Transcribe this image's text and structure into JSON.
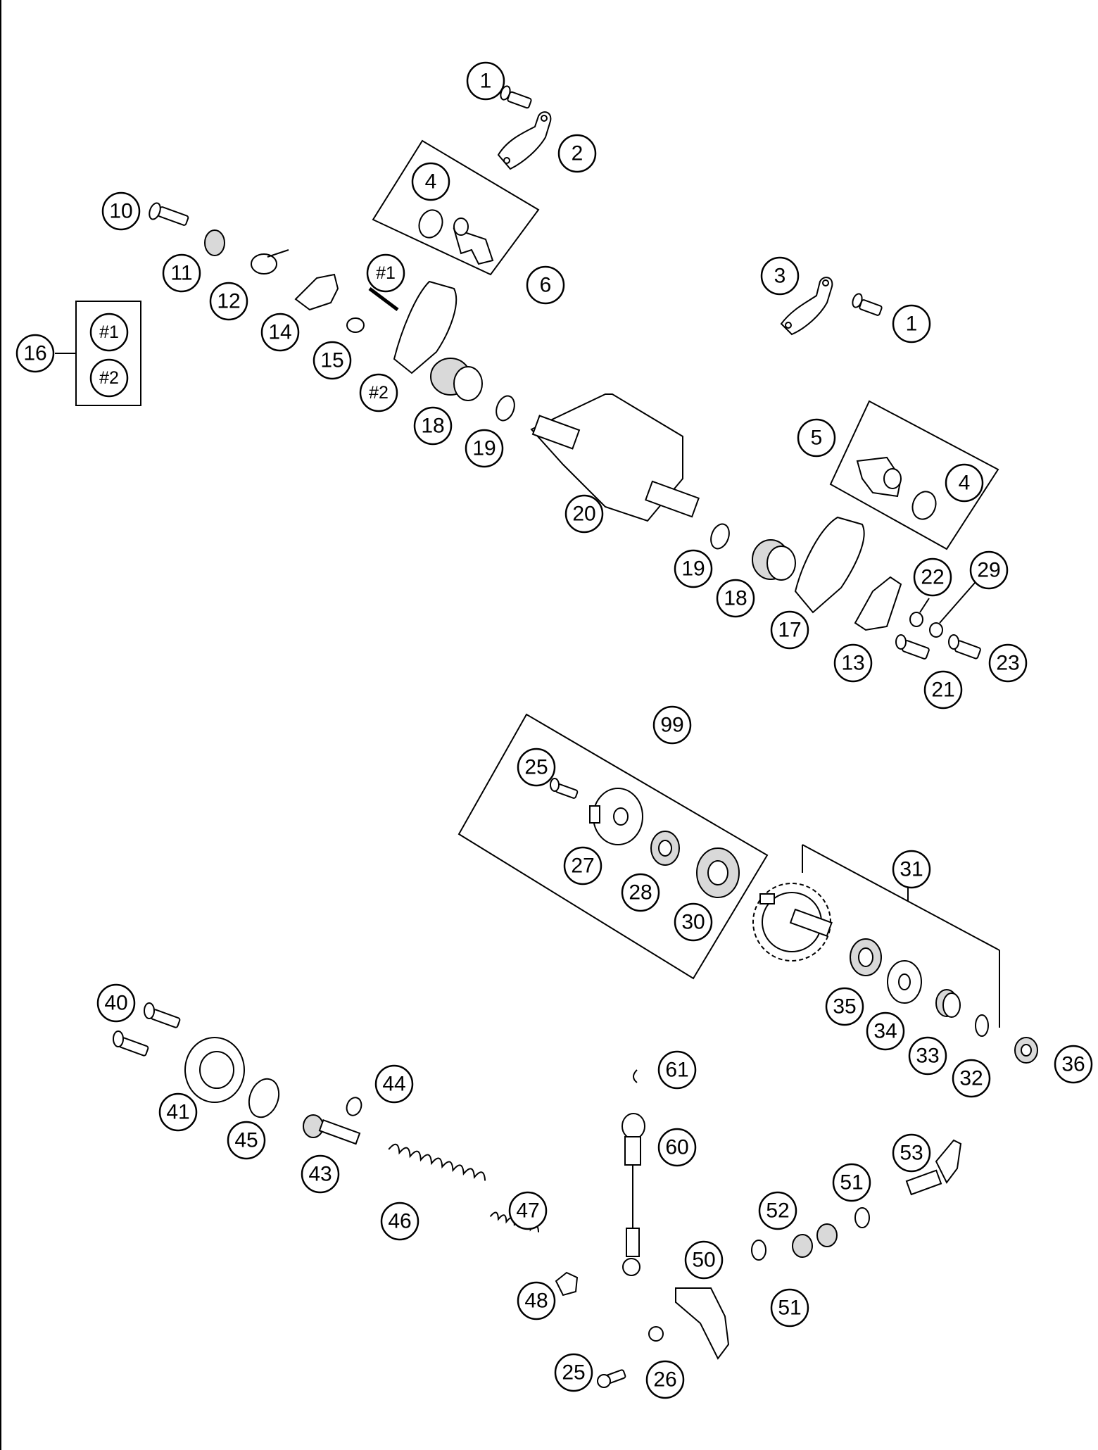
{
  "callouts": {
    "c1a": "1",
    "c1b": "1",
    "c2": "2",
    "c3": "3",
    "c4a": "4",
    "c4b": "4",
    "c5": "5",
    "c6": "6",
    "c10": "10",
    "c11": "11",
    "c12": "12",
    "c13": "13",
    "c14": "14",
    "c15": "15",
    "c16": "16",
    "c16_h1": "#1",
    "c16_h2": "#2",
    "c_h1": "#1",
    "c_h2": "#2",
    "c17": "17",
    "c18a": "18",
    "c18b": "18",
    "c19a": "19",
    "c19b": "19",
    "c20": "20",
    "c21": "21",
    "c22": "22",
    "c23": "23",
    "c25a": "25",
    "c25b": "25",
    "c26": "26",
    "c27": "27",
    "c28": "28",
    "c29": "29",
    "c30": "30",
    "c31": "31",
    "c32": "32",
    "c33": "33",
    "c34": "34",
    "c35": "35",
    "c36": "36",
    "c40": "40",
    "c41": "41",
    "c43": "43",
    "c44": "44",
    "c45": "45",
    "c46": "46",
    "c47": "47",
    "c48": "48",
    "c50": "50",
    "c51a": "51",
    "c51b": "51",
    "c52": "52",
    "c53": "53",
    "c60": "60",
    "c61": "61",
    "c99": "99"
  }
}
